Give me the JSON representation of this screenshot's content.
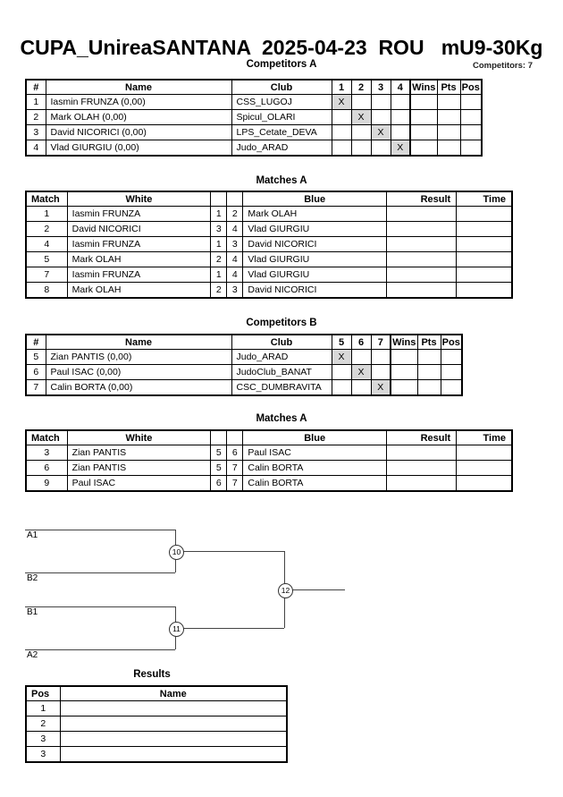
{
  "header": {
    "title": "CUPA_UnireaSANTANA  2025-04-23  ROU   mU9-30Kg",
    "competitors_label": "Competitors: 7"
  },
  "pool_a": {
    "heading": "Competitors A",
    "columns": [
      "#",
      "Name",
      "Club",
      "1",
      "2",
      "3",
      "4",
      "Wins",
      "Pts",
      "Pos"
    ],
    "rows": [
      {
        "num": "1",
        "name": "Iasmin FRUNZA  (0,00)",
        "club": "CSS_LUGOJ",
        "x_index": 0,
        "wins": "",
        "pts": "",
        "pos": ""
      },
      {
        "num": "2",
        "name": "Mark OLAH  (0,00)",
        "club": "Spicul_OLARI",
        "x_index": 1,
        "wins": "",
        "pts": "",
        "pos": ""
      },
      {
        "num": "3",
        "name": "David NICORICI  (0,00)",
        "club": "LPS_Cetate_DEVA",
        "x_index": 2,
        "wins": "",
        "pts": "",
        "pos": ""
      },
      {
        "num": "4",
        "name": "Vlad GIURGIU  (0,00)",
        "club": "Judo_ARAD",
        "x_index": 3,
        "wins": "",
        "pts": "",
        "pos": ""
      }
    ],
    "x_mark": "X"
  },
  "matches_a": {
    "heading": "Matches A",
    "columns": [
      "Match",
      "White",
      "",
      "",
      "Blue",
      "Result",
      "Time"
    ],
    "rows": [
      {
        "match": "1",
        "white": "Iasmin FRUNZA",
        "white_num": "1",
        "blue_num": "2",
        "blue": "Mark OLAH",
        "result": "",
        "time": ""
      },
      {
        "match": "2",
        "white": "David NICORICI",
        "white_num": "3",
        "blue_num": "4",
        "blue": "Vlad GIURGIU",
        "result": "",
        "time": ""
      },
      {
        "match": "4",
        "white": "Iasmin FRUNZA",
        "white_num": "1",
        "blue_num": "3",
        "blue": "David NICORICI",
        "result": "",
        "time": ""
      },
      {
        "match": "5",
        "white": "Mark OLAH",
        "white_num": "2",
        "blue_num": "4",
        "blue": "Vlad GIURGIU",
        "result": "",
        "time": ""
      },
      {
        "match": "7",
        "white": "Iasmin FRUNZA",
        "white_num": "1",
        "blue_num": "4",
        "blue": "Vlad GIURGIU",
        "result": "",
        "time": ""
      },
      {
        "match": "8",
        "white": "Mark OLAH",
        "white_num": "2",
        "blue_num": "3",
        "blue": "David NICORICI",
        "result": "",
        "time": ""
      }
    ]
  },
  "pool_b": {
    "heading": "Competitors B",
    "columns": [
      "#",
      "Name",
      "Club",
      "5",
      "6",
      "7",
      "Wins",
      "Pts",
      "Pos"
    ],
    "rows": [
      {
        "num": "5",
        "name": "Zian PANTIS  (0,00)",
        "club": "Judo_ARAD",
        "x_index": 0,
        "wins": "",
        "pts": "",
        "pos": ""
      },
      {
        "num": "6",
        "name": "Paul ISAC  (0,00)",
        "club": "JudoClub_BANAT",
        "x_index": 1,
        "wins": "",
        "pts": "",
        "pos": ""
      },
      {
        "num": "7",
        "name": "Calin BORTA  (0,00)",
        "club": "CSC_DUMBRAVITA",
        "x_index": 2,
        "wins": "",
        "pts": "",
        "pos": ""
      }
    ],
    "x_mark": "X"
  },
  "matches_b": {
    "heading": "Matches A",
    "columns": [
      "Match",
      "White",
      "",
      "",
      "Blue",
      "Result",
      "Time"
    ],
    "rows": [
      {
        "match": "3",
        "white": "Zian PANTIS",
        "white_num": "5",
        "blue_num": "6",
        "blue": "Paul ISAC",
        "result": "",
        "time": ""
      },
      {
        "match": "6",
        "white": "Zian PANTIS",
        "white_num": "5",
        "blue_num": "7",
        "blue": "Calin BORTA",
        "result": "",
        "time": ""
      },
      {
        "match": "9",
        "white": "Paul ISAC",
        "white_num": "6",
        "blue_num": "7",
        "blue": "Calin BORTA",
        "result": "",
        "time": ""
      }
    ]
  },
  "bracket": {
    "seeds": {
      "top_upper": "A1",
      "top_lower": "B2",
      "bottom_upper": "B1",
      "bottom_lower": "A2"
    },
    "nodes": {
      "semi_top": "10",
      "semi_bottom": "11",
      "final": "12"
    }
  },
  "results": {
    "heading": "Results",
    "columns": [
      "Pos",
      "Name"
    ],
    "rows": [
      {
        "pos": "1",
        "name": ""
      },
      {
        "pos": "2",
        "name": ""
      },
      {
        "pos": "3",
        "name": ""
      },
      {
        "pos": "3",
        "name": ""
      }
    ]
  }
}
